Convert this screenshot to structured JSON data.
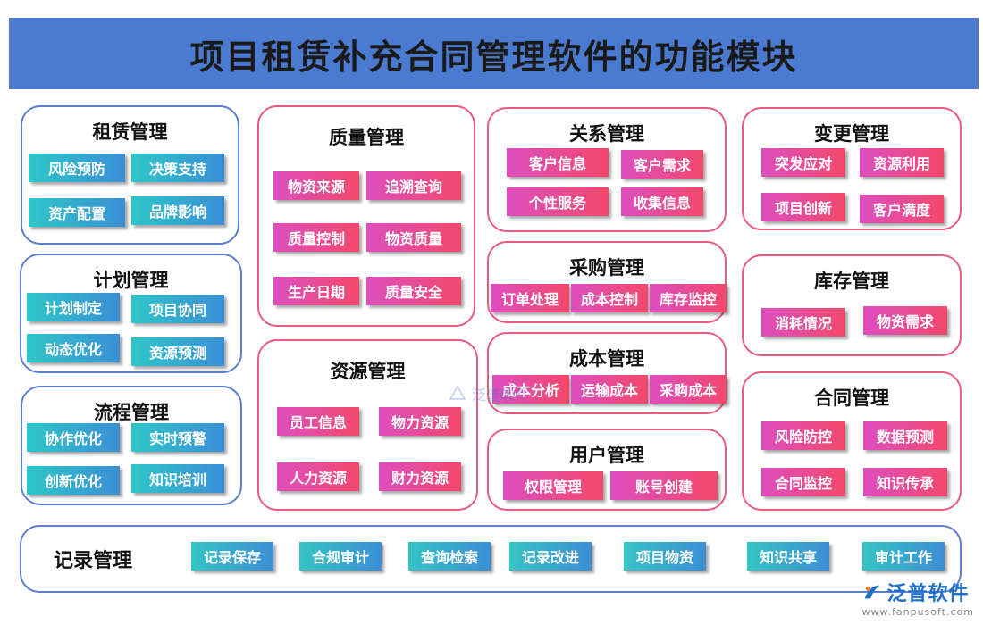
{
  "title": "项目租赁补充合同管理软件的功能模块",
  "modules": {
    "lease": {
      "title": "租赁管理",
      "items": [
        "风险预防",
        "决策支持",
        "资产配置",
        "品牌影响"
      ]
    },
    "plan": {
      "title": "计划管理",
      "items": [
        "计划制定",
        "项目协同",
        "动态优化",
        "资源预测"
      ]
    },
    "process": {
      "title": "流程管理",
      "items": [
        "协作优化",
        "实时预警",
        "创新优化",
        "知识培训"
      ]
    },
    "quality": {
      "title": "质量管理",
      "items": [
        "物资来源",
        "追溯查询",
        "质量控制",
        "物资质量",
        "生产日期",
        "质量安全"
      ]
    },
    "resource": {
      "title": "资源管理",
      "items": [
        "员工信息",
        "物力资源",
        "人力资源",
        "财力资源"
      ]
    },
    "relation": {
      "title": "关系管理",
      "items": [
        "客户信息",
        "客户需求",
        "个性服务",
        "收集信息"
      ]
    },
    "purchase": {
      "title": "采购管理",
      "items": [
        "订单处理",
        "成本控制",
        "库存监控"
      ]
    },
    "cost": {
      "title": "成本管理",
      "items": [
        "成本分析",
        "运输成本",
        "采购成本"
      ]
    },
    "user": {
      "title": "用户管理",
      "items": [
        "权限管理",
        "账号创建"
      ]
    },
    "change": {
      "title": "变更管理",
      "items": [
        "突发应对",
        "资源利用",
        "项目创新",
        "客户满度"
      ]
    },
    "inventory": {
      "title": "库存管理",
      "items": [
        "消耗情况",
        "物资需求"
      ]
    },
    "contract": {
      "title": "合同管理",
      "items": [
        "风险防控",
        "数据预测",
        "合同监控",
        "知识传承"
      ]
    },
    "records": {
      "title": "记录管理",
      "items": [
        "记录保存",
        "合规审计",
        "查询检索",
        "记录改进",
        "项目物资",
        "知识共享",
        "审计工作"
      ]
    }
  },
  "watermark_text": "泛普软件",
  "logo": {
    "name": "泛普软件",
    "url": "www.fanpusoft.com"
  },
  "colors": {
    "banner": "#4a7bd1",
    "pink_border": "#ee5a7e",
    "blue_border": "#5c7fd1",
    "teal_tag": "#2fc6c8",
    "pink_tag": "#f3486b"
  }
}
